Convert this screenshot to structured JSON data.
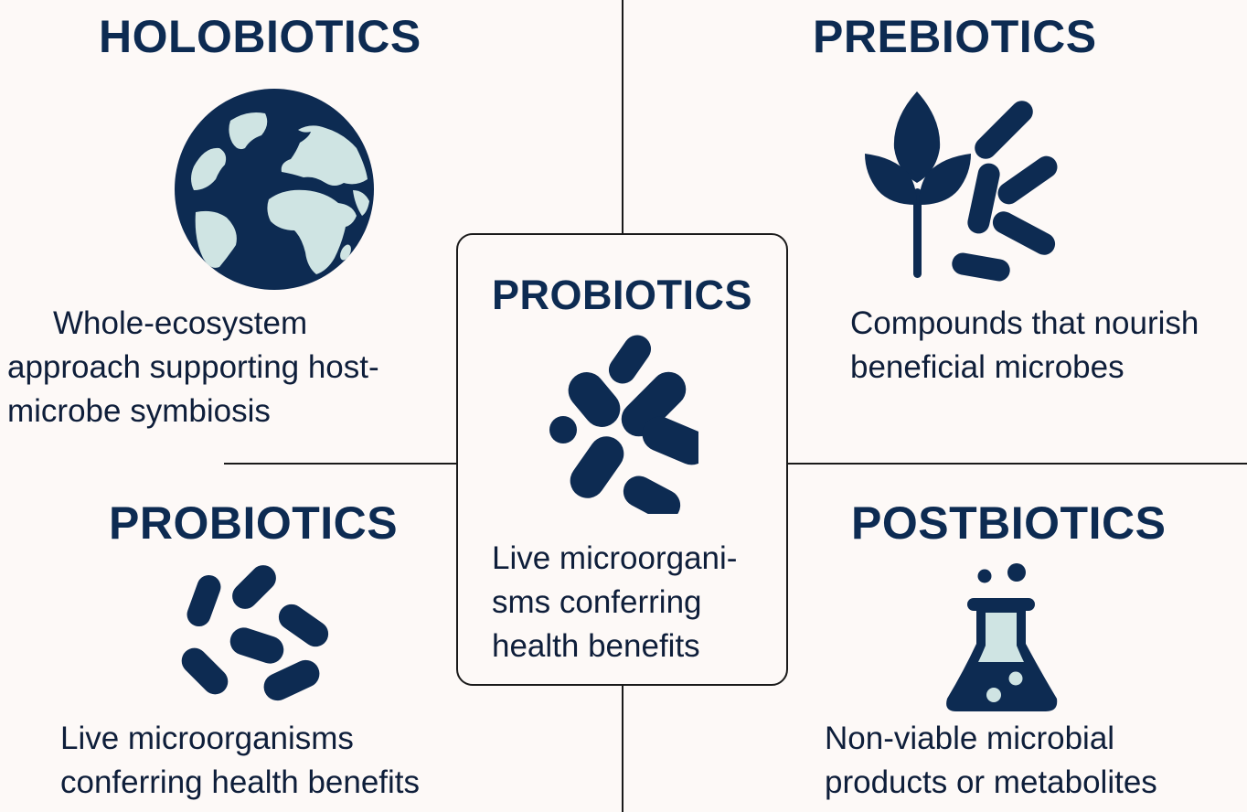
{
  "colors": {
    "background": "#FDF9F7",
    "primary_navy": "#0D2B52",
    "icon_light_fill": "#CFE4E3",
    "divider": "#1A1A1A"
  },
  "quadrants": {
    "top_left": {
      "title": "HOLOBIOTICS",
      "icon": "globe-icon",
      "description": "Whole-ecosystem\napproach supporting host-\nmicrobe symbiosis"
    },
    "top_right": {
      "title": "PREBIOTICS",
      "icon": "plant-with-bacteria-icon",
      "description": "Compounds that nourish\nbeneficial microbes"
    },
    "bottom_left": {
      "title": "PROBIOTICS",
      "icon": "bacteria-cluster-icon",
      "description": "Live microorganisms\nconferring health benefits"
    },
    "bottom_right": {
      "title": "POSTBIOTICS",
      "icon": "flask-icon",
      "description": "Non-viable microbial\nproducts or metabolites"
    }
  },
  "center": {
    "title": "PROBIOTICS",
    "icon": "bacteria-cluster-icon",
    "description": "Live microorgani-\nsms conferring\nhealth benefits"
  }
}
